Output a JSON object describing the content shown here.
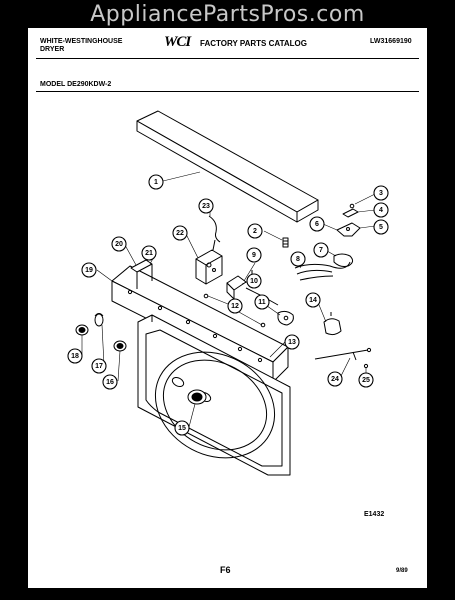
{
  "watermark": "AppliancePartsPros.com",
  "header": {
    "brand_line1": "WHITE-WESTINGHOUSE",
    "brand_line2": "DRYER",
    "logo": "WCI",
    "catalog_title": "FACTORY PARTS CATALOG",
    "document_number": "LW31669190"
  },
  "model_label": "MODEL DE290KDW-2",
  "figure_code": "E1432",
  "page_number": "F6",
  "date": "9/89",
  "callouts": [
    "1",
    "2",
    "3",
    "4",
    "5",
    "6",
    "7",
    "8",
    "9",
    "10",
    "11",
    "12",
    "13",
    "14",
    "15",
    "16",
    "17",
    "18",
    "19",
    "20",
    "21",
    "22",
    "23",
    "24",
    "25"
  ]
}
